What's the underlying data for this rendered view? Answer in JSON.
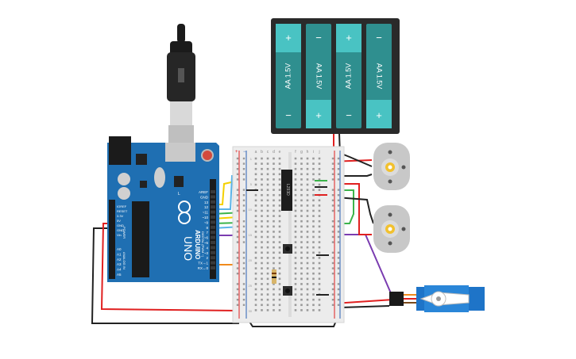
{
  "battery_pack": {
    "cells": [
      {
        "label": "AA 1.5V",
        "top_sign": "+",
        "bottom_sign": "−"
      },
      {
        "label": "AA 1.5V",
        "top_sign": "−",
        "bottom_sign": "+"
      },
      {
        "label": "AA 1.5V",
        "top_sign": "+",
        "bottom_sign": "−"
      },
      {
        "label": "AA 1.5V",
        "top_sign": "−",
        "bottom_sign": "+"
      }
    ]
  },
  "arduino": {
    "brand": "ARDUINO",
    "model": "UNO",
    "digital_header_label": "DIGITAL (PWM ~)",
    "power_header_label": "POWER",
    "analog_header_label": "ANALOG IN",
    "digital_pins": [
      "AREF",
      "GND",
      "13",
      "12",
      "~11",
      "~10",
      "~9",
      "8",
      "7",
      "~6",
      "~5",
      "4",
      "~3",
      "2",
      "TX→1",
      "RX←0"
    ],
    "power_pins": [
      "IOREF",
      "RESET",
      "3.3V",
      "5V",
      "GND",
      "GND",
      "Vin"
    ],
    "analog_pins": [
      "A0",
      "A1",
      "A2",
      "A3",
      "A4",
      "A5"
    ],
    "led_label": "L"
  },
  "breadboard": {
    "columns": [
      "a",
      "b",
      "c",
      "d",
      "e",
      "f",
      "g",
      "h",
      "i",
      "j"
    ],
    "rail_signs": [
      "+",
      "−"
    ],
    "ic_label": "L293D",
    "row_numbers": [
      "1",
      "5",
      "10",
      "15",
      "20",
      "25",
      "30"
    ]
  },
  "colors": {
    "board_blue": "#1f6fb2",
    "wire_red": "#e02020",
    "wire_black": "#222222",
    "wire_yellow": "#f4d000",
    "wire_green": "#3cb44b",
    "wire_blue": "#5ab4e8",
    "wire_orange": "#f08a1c",
    "wire_purple": "#7a3cb0",
    "battery_teal": "#2f8f8f",
    "battery_light": "#49c3c3",
    "motor_gray": "#c8c8c8",
    "motor_shaft": "#f2c12e",
    "servo_blue": "#1e74c8"
  },
  "icons": {
    "usb_cable": "usb-cable-icon",
    "infinity_logo": "arduino-infinity-icon",
    "reset_button": "reset-button-icon"
  }
}
